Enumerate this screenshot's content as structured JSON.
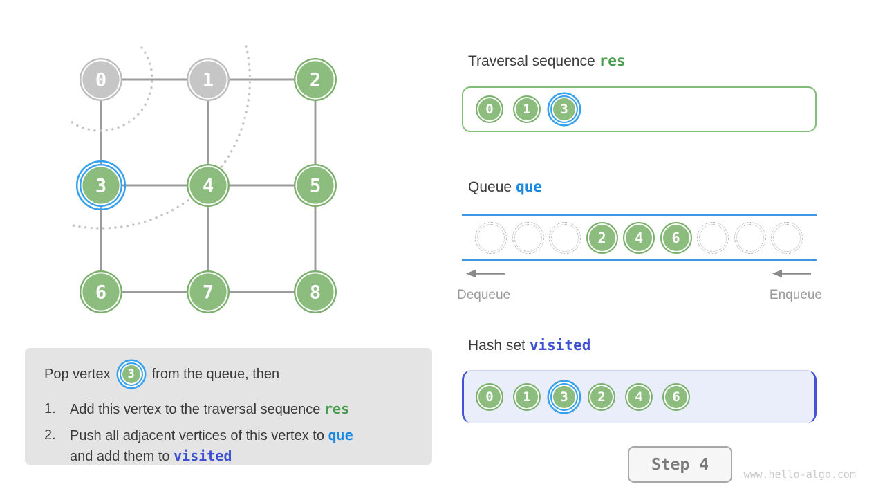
{
  "page": {
    "step_label": "Step 4",
    "watermark": "www.hello-algo.com"
  },
  "colors": {
    "vertex_green_fill": "#8cbd7e",
    "vertex_green_border": "#7bb06c",
    "vertex_gray_fill": "#c6c6c6",
    "vertex_gray_border": "#bdbdbd",
    "highlight_ring_blue": "#38a1ee",
    "edge_gray": "#9b9b9b",
    "arc_dotted_gray": "#c4c4c4",
    "accent_res_green": "#4a9d4e",
    "accent_que_blue": "#1787e0",
    "accent_visited_indigo": "#3c50d1",
    "queue_line_blue": "#3e97e6"
  },
  "graph": {
    "vertices": [
      {
        "label": "0",
        "state": "gray"
      },
      {
        "label": "1",
        "state": "gray"
      },
      {
        "label": "2",
        "state": "green"
      },
      {
        "label": "3",
        "state": "current"
      },
      {
        "label": "4",
        "state": "green"
      },
      {
        "label": "5",
        "state": "green"
      },
      {
        "label": "6",
        "state": "green"
      },
      {
        "label": "7",
        "state": "green"
      },
      {
        "label": "8",
        "state": "green"
      }
    ],
    "edges": [
      [
        0,
        1
      ],
      [
        1,
        2
      ],
      [
        3,
        4
      ],
      [
        4,
        5
      ],
      [
        6,
        7
      ],
      [
        7,
        8
      ],
      [
        0,
        3
      ],
      [
        1,
        4
      ],
      [
        2,
        5
      ],
      [
        3,
        6
      ],
      [
        4,
        7
      ],
      [
        5,
        8
      ]
    ]
  },
  "panels": {
    "res": {
      "title": "Traversal sequence",
      "code": "res",
      "items": [
        {
          "label": "0"
        },
        {
          "label": "1"
        },
        {
          "label": "3",
          "highlight": true
        }
      ]
    },
    "queue": {
      "title": "Queue",
      "code": "que",
      "slots": [
        "",
        "",
        "",
        "2",
        "4",
        "6",
        "",
        "",
        ""
      ],
      "dequeue_label": "Dequeue",
      "enqueue_label": "Enqueue"
    },
    "hashset": {
      "title": "Hash set",
      "code": "visited",
      "items": [
        {
          "label": "0"
        },
        {
          "label": "1"
        },
        {
          "label": "3",
          "highlight": true
        },
        {
          "label": "2"
        },
        {
          "label": "4"
        },
        {
          "label": "6"
        }
      ]
    }
  },
  "explanation": {
    "intro_before": "Pop vertex",
    "vertex": "3",
    "intro_after": "from the queue, then",
    "items": [
      {
        "num": "1.",
        "segments": [
          {
            "t": "Add this vertex to the traversal sequence "
          },
          {
            "t": "res",
            "cls": "code-green"
          }
        ]
      },
      {
        "num": "2.",
        "segments": [
          {
            "t": "Push all adjacent vertices of this vertex to "
          },
          {
            "t": "que",
            "cls": "code-blue"
          },
          {
            "br": true
          },
          {
            "t": "and add them to "
          },
          {
            "t": "visited",
            "cls": "code-indigo"
          }
        ]
      }
    ]
  }
}
